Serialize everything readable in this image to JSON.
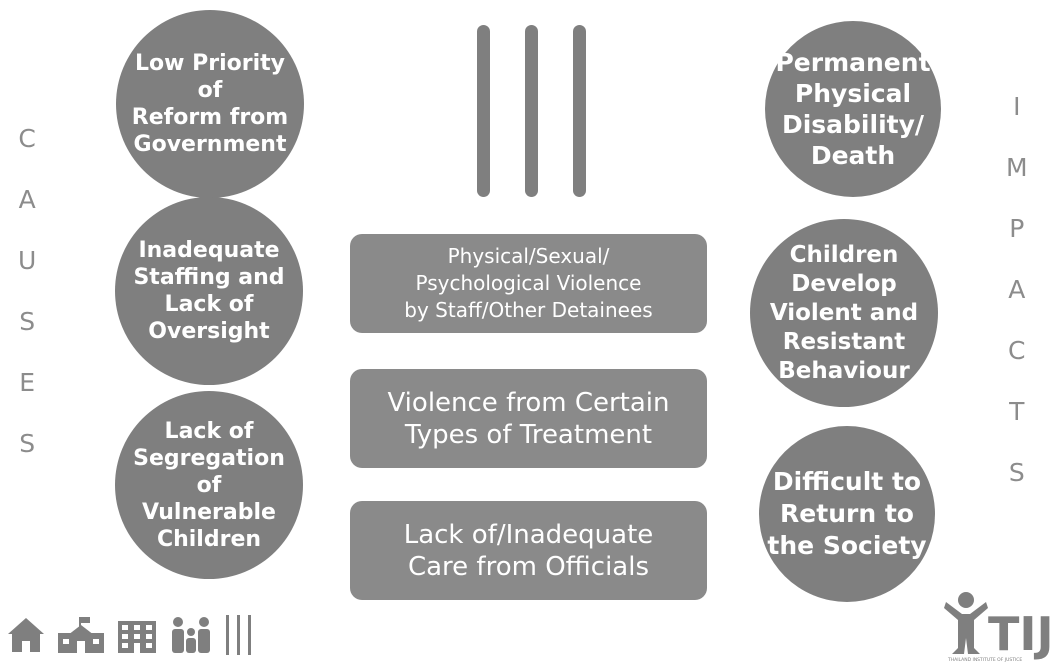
{
  "causes_label": [
    "C",
    "A",
    "U",
    "S",
    "E",
    "S"
  ],
  "impacts_label": [
    "I",
    "M",
    "P",
    "A",
    "C",
    "T",
    "S"
  ],
  "causes": [
    "Low Priority of\nReform from\nGovernment",
    "Inadequate\nStaffing and\nLack of\nOversight",
    "Lack of\nSegregation of\nVulnerable\nChildren"
  ],
  "violence_types": [
    "Physical/Sexual/\nPsychological Violence\nby Staff/Other Detainees",
    "Violence from Certain\nTypes of Treatment",
    "Lack of/Inadequate\nCare from Officials"
  ],
  "impacts": [
    "Permanent\nPhysical\nDisability/\nDeath",
    "Children\nDevelop\nViolent and\nResistant\nBehaviour",
    "Difficult to\nReturn to\nthe Society"
  ],
  "logo": {
    "text": "TIJ",
    "subtext": "THAILAND INSTITUTE OF JUSTICE"
  },
  "icons": [
    "home-icon",
    "school-icon",
    "building-icon",
    "family-icon",
    "bars-icon"
  ],
  "colors": {
    "shape_fill": "#7f7f7f",
    "box_fill": "#8a8a8a",
    "label_text": "#8c8c8c",
    "shape_text": "#ffffff"
  }
}
